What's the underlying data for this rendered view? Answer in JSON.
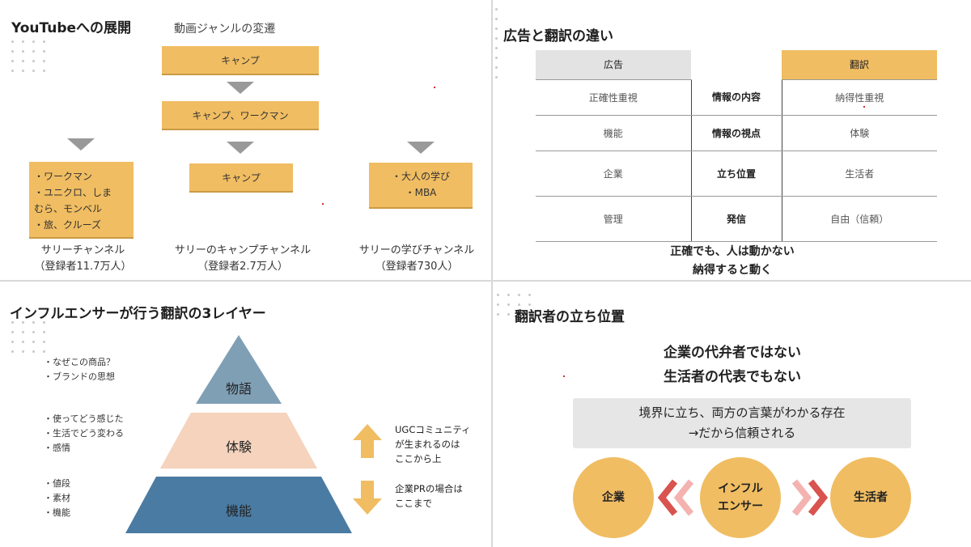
{
  "panel1": {
    "title": "YouTubeへの展開",
    "subtitle": "動画ジャンルの変遷",
    "box_top": "キャンプ",
    "box_second": "キャンプ、ワークマン",
    "box_mid": "キャンプ",
    "left_list": [
      "・ワークマン",
      "・ユニクロ、しま",
      "むら、モンベル",
      "・旅、クルーズ"
    ],
    "right_list": [
      "・大人の学び",
      "・MBA"
    ],
    "channels": [
      {
        "name": "サリーチャンネル",
        "subs": "（登録者11.7万人）"
      },
      {
        "name": "サリーのキャンプチャンネル",
        "subs": "（登録者2.7万人）"
      },
      {
        "name": "サリーの学びチャンネル",
        "subs": "（登録者730人）"
      }
    ]
  },
  "panel2": {
    "title": "広告と翻訳の違い",
    "head": {
      "left": "広告",
      "right": "翻訳"
    },
    "rows": [
      {
        "left": "正確性重視",
        "mid": "情報の内容",
        "right": "納得性重視"
      },
      {
        "left": "機能",
        "mid": "情報の視点",
        "right": "体験"
      },
      {
        "left": "企業",
        "mid": "立ち位置",
        "right": "生活者"
      },
      {
        "left": "管理",
        "mid": "発信",
        "right": "自由（信頼）"
      }
    ],
    "conclusion": [
      "正確でも、人は動かない",
      "納得すると動く"
    ]
  },
  "panel3": {
    "title": "インフルエンサーが行う翻訳の3レイヤー",
    "bullets_top": [
      "・なぜこの商品？",
      "・ブランドの思想"
    ],
    "bullets_mid": [
      "・使ってどう感じた",
      "・生活でどう変わる",
      "・感情"
    ],
    "bullets_bot": [
      "・値段",
      "・素材",
      "・機能"
    ],
    "layers": {
      "top": "物語",
      "mid": "体験",
      "bot": "機能"
    },
    "up_text": [
      "UGCコミュニティ",
      "が生まれるのは",
      "ここから上"
    ],
    "down_text": [
      "企業PRの場合は",
      "ここまで"
    ],
    "colors": {
      "top": "#7f9fb5",
      "mid": "#f5d3bd",
      "bot": "#4a7ba3",
      "arrow": "#f0bd62"
    }
  },
  "panel4": {
    "title": "翻訳者の立ち位置",
    "statement": [
      "企業の代弁者ではない",
      "生活者の代表でもない"
    ],
    "box": [
      "境界に立ち、両方の言葉がわかる存在",
      "→だから信頼される"
    ],
    "circles": {
      "left": "企業",
      "center": [
        "インフル",
        "エンサー"
      ],
      "right": "生活者"
    },
    "colors": {
      "circle": "#f0bd62",
      "chevron_dark": "#d9534f",
      "chevron_light": "#f4b3b0"
    }
  }
}
